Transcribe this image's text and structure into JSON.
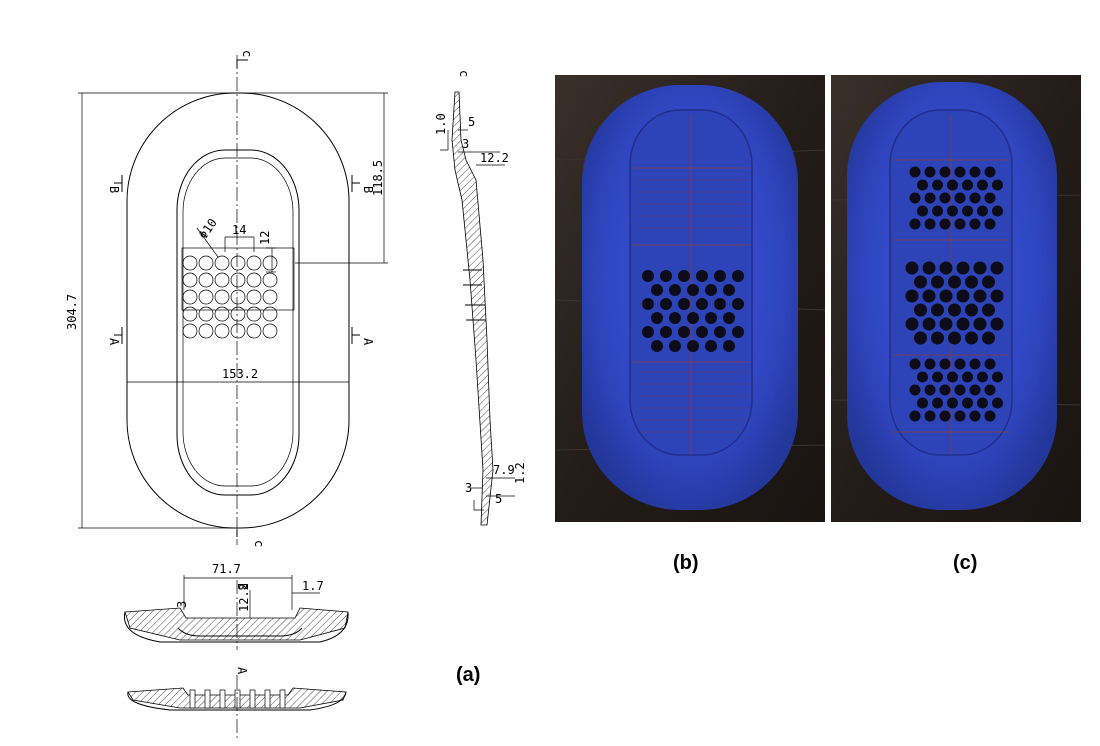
{
  "panel_a": {
    "caption": "(a)",
    "top_view": {
      "length": "304.7",
      "width": "153.2",
      "hole_offset": "118.5",
      "hole_diameter": "Φ10",
      "hole_pitch_x": "14",
      "hole_pitch_y": "12",
      "section_letters": [
        "c",
        "c",
        "B",
        "B",
        "A",
        "A"
      ]
    },
    "side_section": {
      "section_letter": "c",
      "dims": [
        "5",
        "1.0",
        "3",
        "12.2",
        "7.9",
        "1.2",
        "3",
        "5"
      ]
    },
    "cross_section_bb": {
      "section_letter": "B",
      "dims": [
        "71.7",
        "12.2",
        "1.7",
        "3"
      ]
    },
    "cross_section_aa": {
      "section_letter": "A"
    }
  },
  "panel_b": {
    "caption": "(b)"
  },
  "panel_c": {
    "caption": "(c)"
  },
  "colors": {
    "insole_blue": "#3149c4",
    "wood_dark": "#2b2420"
  }
}
